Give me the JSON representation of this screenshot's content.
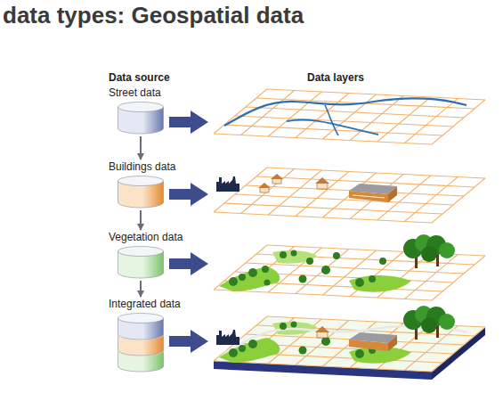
{
  "diagram": {
    "title": "data types: Geospatial data",
    "nodes": [
      {
        "text": [
          "Street data"
        ]
      },
      {
        "text": [
          "Buildings data"
        ]
      },
      {
        "text": [
          "Vegetation data"
        ]
      },
      {
        "text": [
          "Integrated data"
        ]
      }
    ],
    "edges": [
      {
        "from": 0,
        "to": 1,
        "arrow": "to"
      },
      {
        "from": 1,
        "to": 2,
        "arrow": "to"
      },
      {
        "from": 2,
        "to": 3,
        "arrow": "to"
      }
    ],
    "labels": [
      "Data source",
      "Data layers"
    ]
  }
}
